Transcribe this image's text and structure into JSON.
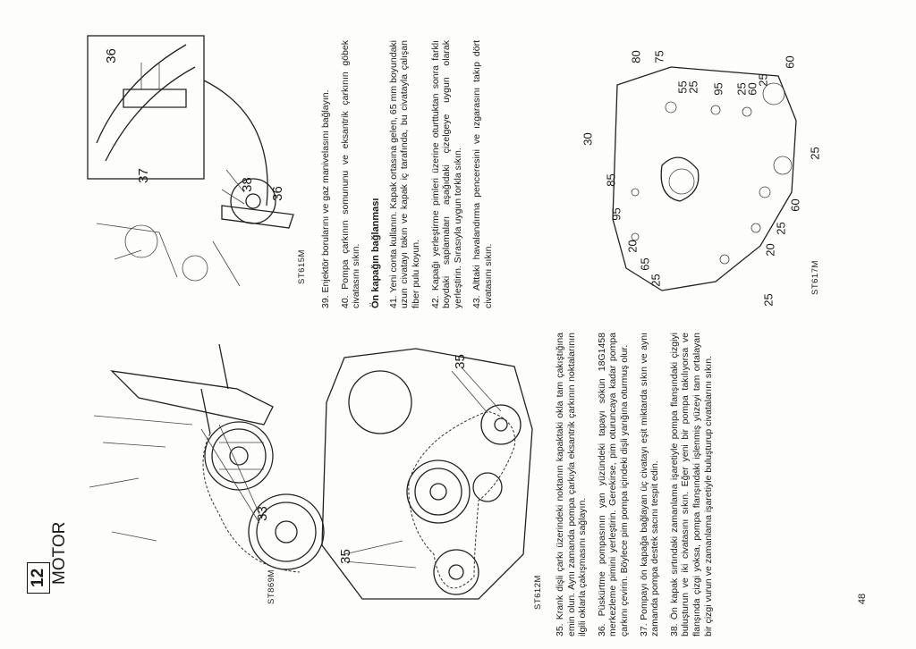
{
  "header": {
    "section_number": "12",
    "section_title": "MOTOR"
  },
  "page_number": "48",
  "figures": {
    "st869m": {
      "code": "ST869M",
      "callouts": [
        "33"
      ]
    },
    "st612m": {
      "code": "ST612M",
      "callouts": [
        "35",
        "35"
      ]
    },
    "st615m": {
      "code": "ST615M",
      "callouts": [
        "36",
        "37",
        "38",
        "36"
      ]
    },
    "st617m": {
      "code": "ST617M",
      "callouts": [
        "80",
        "75",
        "55",
        "25",
        "95",
        "25",
        "60",
        "25",
        "60",
        "30",
        "85",
        "95",
        "20",
        "65",
        "25",
        "20",
        "25",
        "60",
        "25",
        "25"
      ]
    }
  },
  "left_column": {
    "paragraphs": [
      "35. Krank dişli çarkı üzerindeki noktanın kapaktaki okla tam çakıştığına emin olun. Aynı zamanda pompa çarkıyla eksantrik çarkının noktalarının ilgili oklarla çakışmasını sağlayın.",
      "36. Püskürtme pompasının yan yüzündeki tapayı sökün 18G1458 merkezleme pimini yerleştirin. Gerekirse, pim oturuncaya kadar pompa çarkını çevirin. Böylece pim pompa içindeki dişli yarığına oturmuş olur.",
      "37. Pompayı ön kapağa bağlayan üç civatayı eşit miktarda sıkın ve aynı zamanda pompa destek sacını tespit edin.",
      "38. Ön kapak sırtındaki zamanlama işaretiyle pompa flanşındaki çizgiyi buluşturun ve iki civatasını sıkın. Eğer yeni bir pompa takılıyorsa ve flanşında çizgi yoksa, pompa flanşındaki işlenmiş yüzeyi tam ortalayan bir çizgi vurun ve zamanlama işaretiyle buluşturup civatalarını sıkın."
    ]
  },
  "right_column": {
    "paragraphs_top": [
      "39. Enjektör borularını ve gaz manivelasını bağlayın.",
      "40. Pompa çarkının somununu ve eksantrik çarkının göbek civatasını sıkın."
    ],
    "heading": "Ön kapağın bağlanması",
    "paragraphs_bottom": [
      "41. Yeni conta kullanın. Kapak ortasına gelen, 65 mm boyundaki uzun civatayı takın ve kapak iç tarafında, bu civatayla çalışan fiber pulu koyun.",
      "42. Kapağı yerleştirme pimleri üzerine oturttuktan sonra farklı boydaki saplamaları aşağıdaki çizelgeye uygun olarak yerleştirin. Sırasıyla uygun torkla sıkın.",
      "43. Alttaki havalandırma penceresini ve ızgarasını takıp dört civatasını sıkın."
    ]
  }
}
